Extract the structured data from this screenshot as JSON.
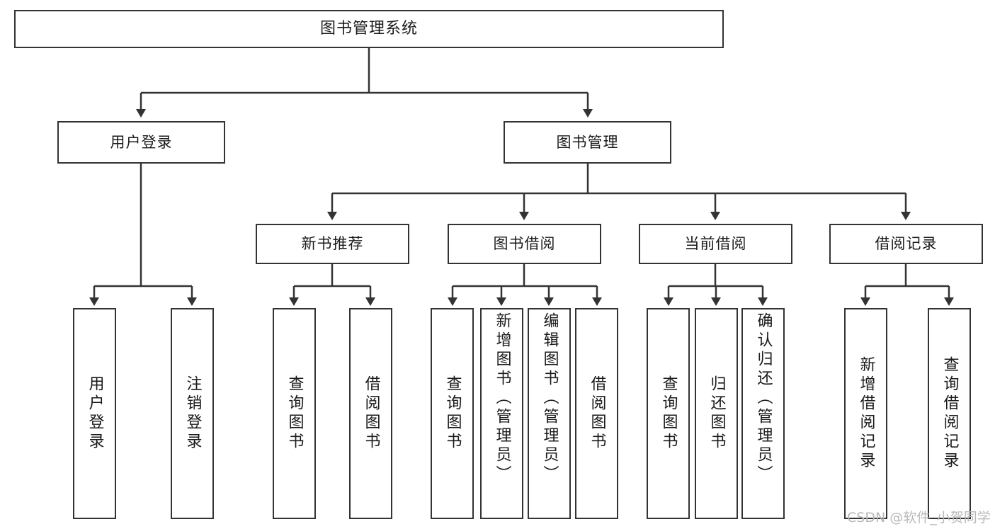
{
  "diagram": {
    "type": "tree",
    "title": "图书管理系统",
    "orientation": "top-down",
    "edge_color": "#333333",
    "node_border_color": "#333333",
    "node_fill_color": "#ffffff",
    "text_color": "#1a1a1a",
    "nodes": {
      "root": {
        "label": "图书管理系统"
      },
      "level2": [
        {
          "label": "用户登录"
        },
        {
          "label": "图书管理"
        }
      ],
      "level3": [
        {
          "label": "新书推荐"
        },
        {
          "label": "图书借阅"
        },
        {
          "label": "当前借阅"
        },
        {
          "label": "借阅记录"
        }
      ],
      "leaves": {
        "user_login": [
          {
            "label": "用户登录"
          },
          {
            "label": "注销登录"
          }
        ],
        "new_book_recommend": [
          {
            "label": "查询图书"
          },
          {
            "label": "借阅图书"
          }
        ],
        "book_borrow": [
          {
            "label": "查询图书"
          },
          {
            "label": "新增图书（管理员）"
          },
          {
            "label": "编辑图书（管理员）"
          },
          {
            "label": "借阅图书"
          }
        ],
        "current_borrow": [
          {
            "label": "查询图书"
          },
          {
            "label": "归还图书"
          },
          {
            "label": "确认归还（管理员）"
          }
        ],
        "borrow_record": [
          {
            "label": "新增借阅记录"
          },
          {
            "label": "查询借阅记录"
          }
        ]
      }
    }
  },
  "watermark": {
    "text": "CSDN @软件_小贺同学",
    "color": "#b8b8b8"
  }
}
